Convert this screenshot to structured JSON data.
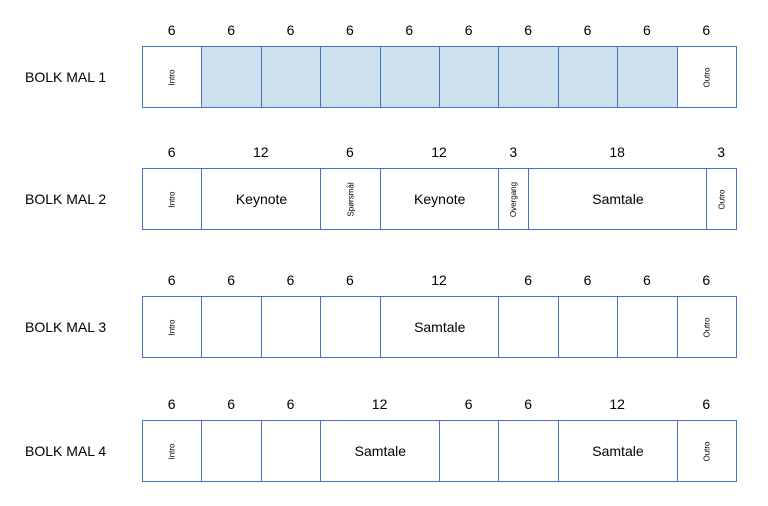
{
  "theme": {
    "border_color": "#4472c4",
    "highlight_fill": "#cce1ec",
    "empty_fill": "#ffffff"
  },
  "rows": [
    {
      "label": "BOLK MAL 1",
      "cells": [
        {
          "minutes": "6",
          "text": "Intro",
          "vertical": true,
          "fill": "empty"
        },
        {
          "minutes": "6",
          "text": "",
          "vertical": false,
          "fill": "highlight"
        },
        {
          "minutes": "6",
          "text": "",
          "vertical": false,
          "fill": "highlight"
        },
        {
          "minutes": "6",
          "text": "",
          "vertical": false,
          "fill": "highlight"
        },
        {
          "minutes": "6",
          "text": "",
          "vertical": false,
          "fill": "highlight"
        },
        {
          "minutes": "6",
          "text": "",
          "vertical": false,
          "fill": "highlight"
        },
        {
          "minutes": "6",
          "text": "",
          "vertical": false,
          "fill": "highlight"
        },
        {
          "minutes": "6",
          "text": "",
          "vertical": false,
          "fill": "highlight"
        },
        {
          "minutes": "6",
          "text": "",
          "vertical": false,
          "fill": "highlight"
        },
        {
          "minutes": "6",
          "text": "Outro",
          "vertical": true,
          "fill": "empty"
        }
      ]
    },
    {
      "label": "BOLK MAL 2",
      "cells": [
        {
          "minutes": "6",
          "text": "Intro",
          "vertical": true,
          "fill": "empty"
        },
        {
          "minutes": "12",
          "text": "Keynote",
          "vertical": false,
          "fill": "empty"
        },
        {
          "minutes": "6",
          "text": "Spørsmål",
          "vertical": true,
          "fill": "empty"
        },
        {
          "minutes": "12",
          "text": "Keynote",
          "vertical": false,
          "fill": "empty"
        },
        {
          "minutes": "3",
          "text": "Overgang",
          "vertical": true,
          "fill": "empty"
        },
        {
          "minutes": "18",
          "text": "Samtale",
          "vertical": false,
          "fill": "empty"
        },
        {
          "minutes": "3",
          "text": "Outro",
          "vertical": true,
          "fill": "empty"
        }
      ]
    },
    {
      "label": "BOLK MAL 3",
      "cells": [
        {
          "minutes": "6",
          "text": "Intro",
          "vertical": true,
          "fill": "empty"
        },
        {
          "minutes": "6",
          "text": "",
          "vertical": false,
          "fill": "empty"
        },
        {
          "minutes": "6",
          "text": "",
          "vertical": false,
          "fill": "empty"
        },
        {
          "minutes": "6",
          "text": "",
          "vertical": false,
          "fill": "empty"
        },
        {
          "minutes": "12",
          "text": "Samtale",
          "vertical": false,
          "fill": "empty"
        },
        {
          "minutes": "6",
          "text": "",
          "vertical": false,
          "fill": "empty"
        },
        {
          "minutes": "6",
          "text": "",
          "vertical": false,
          "fill": "empty"
        },
        {
          "minutes": "6",
          "text": "",
          "vertical": false,
          "fill": "empty"
        },
        {
          "minutes": "6",
          "text": "Outro",
          "vertical": true,
          "fill": "empty"
        }
      ]
    },
    {
      "label": "BOLK MAL 4",
      "cells": [
        {
          "minutes": "6",
          "text": "Intro",
          "vertical": true,
          "fill": "empty"
        },
        {
          "minutes": "6",
          "text": "",
          "vertical": false,
          "fill": "empty"
        },
        {
          "minutes": "6",
          "text": "",
          "vertical": false,
          "fill": "empty"
        },
        {
          "minutes": "12",
          "text": "Samtale",
          "vertical": false,
          "fill": "empty"
        },
        {
          "minutes": "6",
          "text": "",
          "vertical": false,
          "fill": "empty"
        },
        {
          "minutes": "6",
          "text": "",
          "vertical": false,
          "fill": "empty"
        },
        {
          "minutes": "12",
          "text": "Samtale",
          "vertical": false,
          "fill": "empty"
        },
        {
          "minutes": "6",
          "text": "Outro",
          "vertical": true,
          "fill": "empty"
        }
      ]
    }
  ]
}
